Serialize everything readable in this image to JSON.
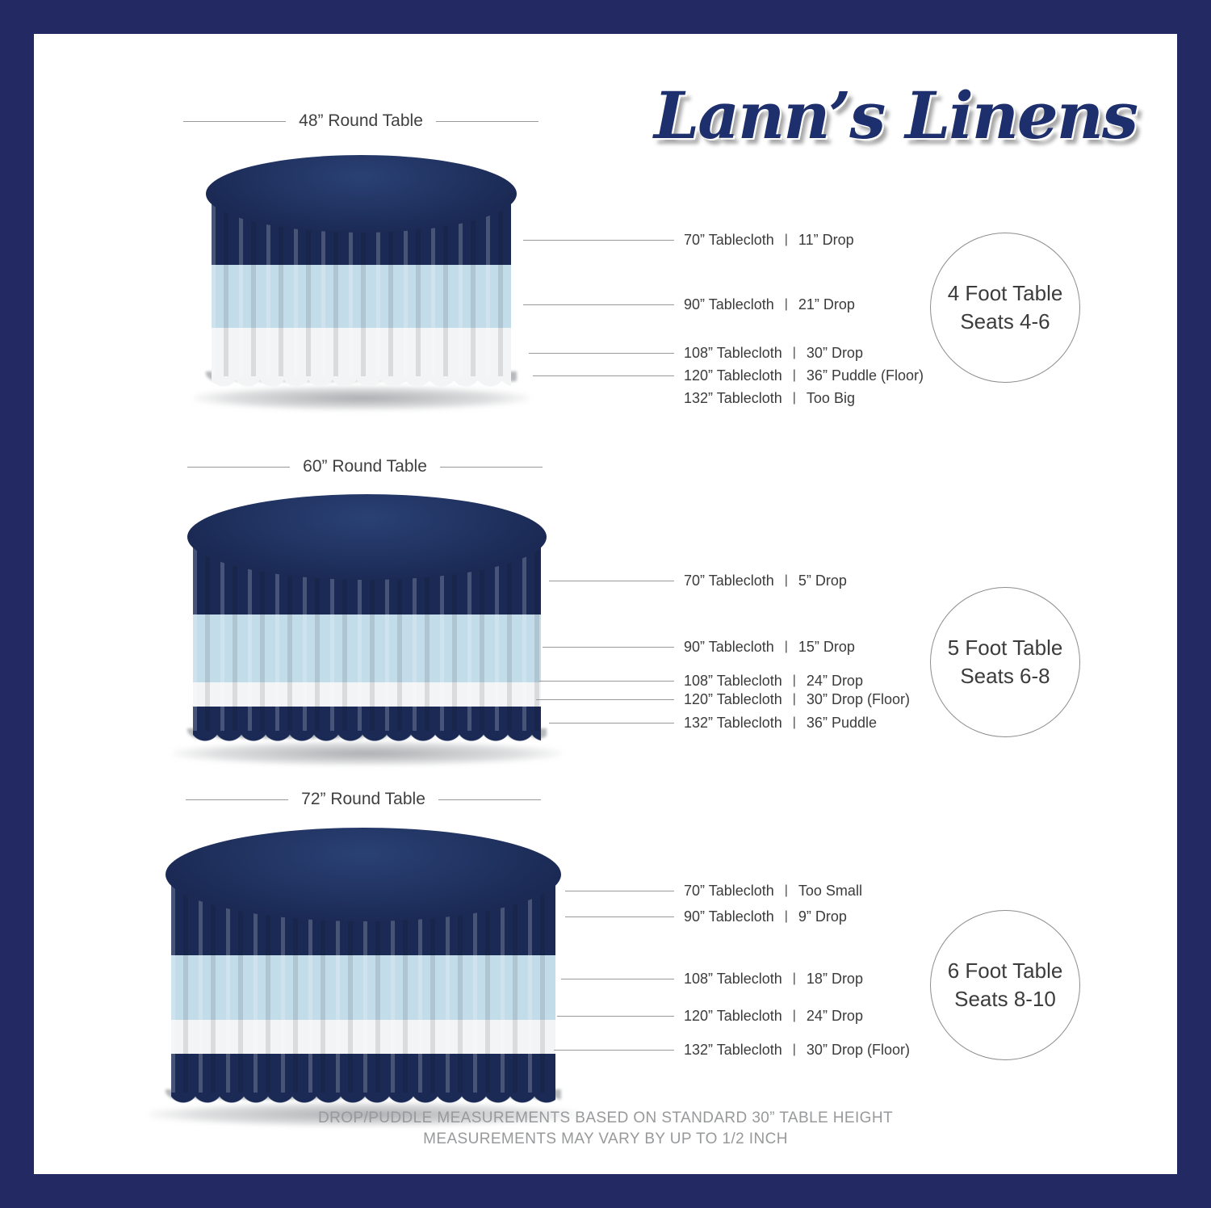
{
  "brand": {
    "logo": "Lann’s Linens"
  },
  "divider": "|",
  "colors": {
    "frame_navy": "#232a63",
    "navy_cloth": "#1b2a55",
    "light_blue_cloth": "#c3dcea",
    "white_cloth": "#f2f4f5",
    "shadow_gray": "#b6babd",
    "logo_navy": "#1d2f6d"
  },
  "sections": [
    {
      "table_title": "48” Round Table",
      "seats": {
        "line1": "4 Foot Table",
        "line2": "Seats 4-6"
      },
      "callouts": [
        {
          "size": "70” Tablecloth",
          "fit": "11” Drop"
        },
        {
          "size": "90” Tablecloth",
          "fit": "21” Drop"
        },
        {
          "size": "108” Tablecloth",
          "fit": "30” Drop"
        },
        {
          "size": "120” Tablecloth",
          "fit": "36” Puddle  (Floor)"
        },
        {
          "size": "132” Tablecloth",
          "fit": "Too Big"
        }
      ]
    },
    {
      "table_title": "60” Round Table",
      "seats": {
        "line1": "5 Foot Table",
        "line2": "Seats 6-8"
      },
      "callouts": [
        {
          "size": "70” Tablecloth",
          "fit": "5” Drop"
        },
        {
          "size": "90” Tablecloth",
          "fit": "15” Drop"
        },
        {
          "size": "108” Tablecloth",
          "fit": "24” Drop"
        },
        {
          "size": "120” Tablecloth",
          "fit": "30” Drop (Floor)"
        },
        {
          "size": "132” Tablecloth",
          "fit": "36” Puddle"
        }
      ]
    },
    {
      "table_title": "72” Round Table",
      "seats": {
        "line1": "6 Foot Table",
        "line2": "Seats 8-10"
      },
      "callouts": [
        {
          "size": "70” Tablecloth",
          "fit": "Too Small"
        },
        {
          "size": "90” Tablecloth",
          "fit": "9” Drop"
        },
        {
          "size": "108” Tablecloth",
          "fit": "18” Drop"
        },
        {
          "size": "120” Tablecloth",
          "fit": "24” Drop"
        },
        {
          "size": "132” Tablecloth",
          "fit": "30” Drop (Floor)"
        }
      ]
    }
  ],
  "footer": {
    "line1": "DROP/PUDDLE MEASUREMENTS BASED ON STANDARD 30” TABLE HEIGHT",
    "line2": "MEASUREMENTS MAY VARY BY UP TO 1/2 INCH"
  }
}
